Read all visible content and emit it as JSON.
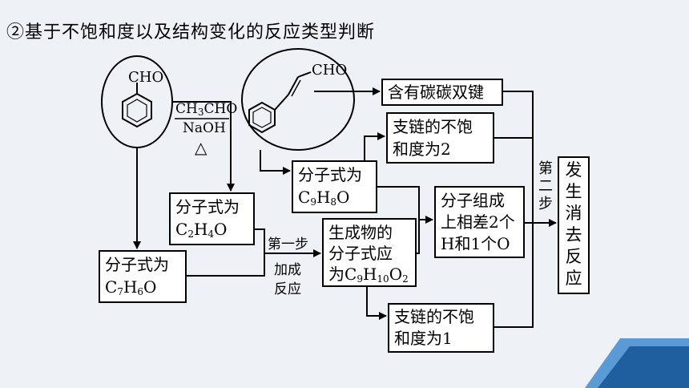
{
  "title": "②基于不饱和度以及结构变化的反应类型判断",
  "colors": {
    "background": "#eef2f6",
    "corner_dark": "#1f5f9f",
    "corner_light": "#5b9bd5"
  },
  "molecules": {
    "benzaldehyde_cho": "CHO",
    "cinnamaldehyde_cho": "CHO"
  },
  "reagents": {
    "line1": "CH3CHO",
    "line2": "NaOH",
    "line3": "△"
  },
  "boxes": {
    "c7h6o": [
      "分子式为",
      "C7H6O"
    ],
    "c2h4o": [
      "分子式为",
      "C2H4O"
    ],
    "c9h8o": [
      "分子式为",
      "C9H8O"
    ],
    "product": [
      "生成物的",
      "分子式应",
      "为C9H10O2"
    ],
    "double_bond": "含有碳碳双键",
    "unsat2": [
      "支链的不饱",
      "和度为2"
    ],
    "unsat1": [
      "支链的不饱",
      "和度为1"
    ],
    "composition": [
      "分子组成",
      "上相差2个",
      "H和1个O"
    ],
    "elimination": [
      "发",
      "生",
      "消",
      "去",
      "反",
      "应"
    ]
  },
  "labels": {
    "step1": "第一步",
    "addition1": "加成",
    "addition2": "反应",
    "step2": [
      "第",
      "二",
      "步"
    ]
  }
}
